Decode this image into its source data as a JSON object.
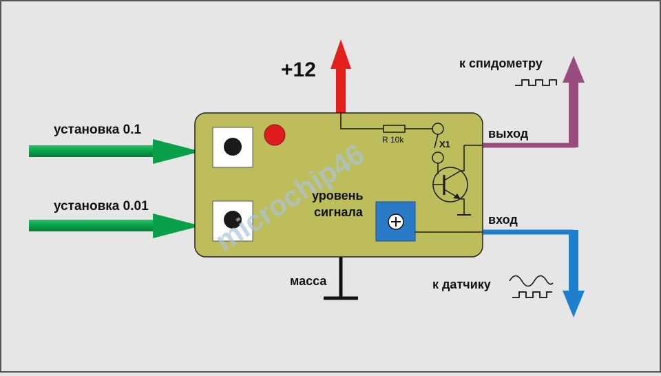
{
  "labels": {
    "power": "+12",
    "to_speedometer": "к спидометру",
    "output": "выход",
    "input": "вход",
    "to_sensor": "к датчику",
    "ground": "масса",
    "set_01": "установка 0.1",
    "set_001": "установка 0.01",
    "level_line1": "уровень",
    "level_line2": "сигнала",
    "resistor": "R 10k",
    "jumper": "X1"
  },
  "watermark": "microchip46",
  "colors": {
    "background": "#e6e6e6",
    "board": "#bdbd5c",
    "green_arrow": "#0aa04a",
    "red_arrow": "#e3201b",
    "purple_line": "#994d7e",
    "blue_line": "#1e7fcc",
    "trimmer": "#2a7ac8",
    "led": "#dd1d1d",
    "watermark": "#a9c4d9"
  }
}
